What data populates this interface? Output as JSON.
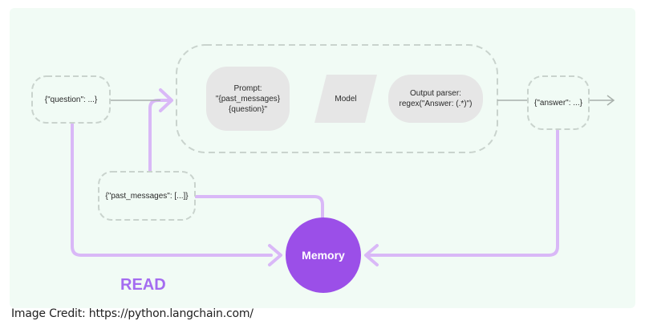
{
  "nodes": {
    "question": "{\"question\": ...}",
    "prompt": [
      "Prompt:",
      "\"{past_messages}",
      "{question}\""
    ],
    "model": "Model",
    "output_parser": [
      "Output parser:",
      "regex(\"Answer: (.*)\")"
    ],
    "answer": "{\"answer\": ...}",
    "past_messages": "{\"past_messages\": [...]}",
    "memory": "Memory"
  },
  "labels": {
    "read": "READ"
  },
  "credit": "Image Credit: https://python.langchain.com/",
  "colors": {
    "panel": "#f1fbf5",
    "purple_line": "#d9b8f7",
    "memory_fill": "#9b4fe8",
    "read_text": "#a46cf0",
    "gray_node": "#e6e6e6",
    "dashed_border": "#c9d3cd"
  }
}
